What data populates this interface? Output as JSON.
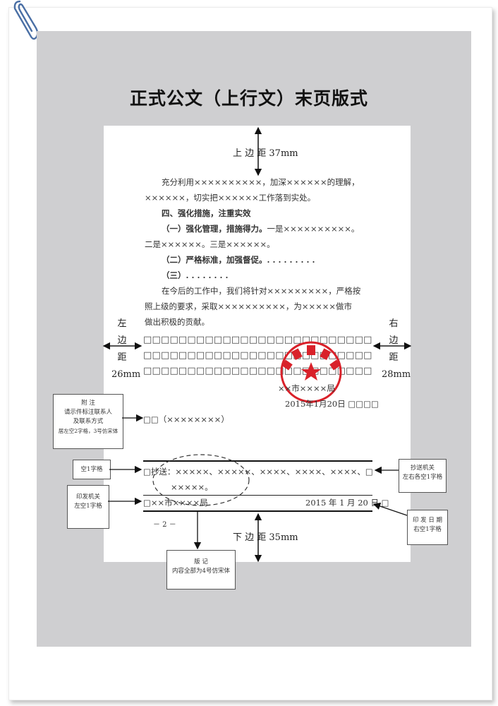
{
  "title": "正式公文（上行文）末页版式",
  "margins": {
    "top": "上 边 距 37mm",
    "bottom": "下 边 距 35mm",
    "left": [
      "左",
      "边",
      "距",
      "26mm"
    ],
    "right": [
      "右",
      "边",
      "距",
      "28mm"
    ]
  },
  "body": {
    "p1_line1": "充分利用××××××××××，加深××××××的理解，",
    "p1_line2": "××××××，切实把××××××工作落到实处。",
    "heading4": "四、强化措施，注重实效",
    "item1_bold": "（一）强化管理，措施得力。",
    "item1_rest": "一是××××××××××。",
    "item1_line2": "二是××××××。三是××××××。",
    "item2": "（二）严格标准，加强督促。. . . . . . . . .",
    "item3": "（三）. . . . . . . .",
    "p2_line1": "在今后的工作中，我们将针对×××××××××，严格按",
    "p2_line2": "照上级的要求，采取××××××××××，为×××××做市",
    "p2_line3": "做出积极的贡献。"
  },
  "squares_row": "□□□□□□□□□□□□□□□□□□□□□□□□□□",
  "issuer": "××市××××局",
  "signed_date": "2015年1月20日 □□□□",
  "attachment_line": "□□（××××××××）",
  "cc_line1": "□抄送：×××××、×××××、××××、××××、××××、□",
  "cc_line2": "×××××。",
  "printer_org": "□××市××××局",
  "print_date": "2015 年 1 月 20 日 □",
  "page_number": "－ 2 －",
  "callouts": {
    "note_title": "附    注",
    "note_l1": "请示件标注联系人",
    "note_l2": "及联系方式",
    "note_l3": "居左空2字格，3号仿宋体",
    "indent1": "空1字格",
    "printer_title": "印发机关",
    "printer_sub": "左空1字格",
    "cc_title": "抄送机关",
    "cc_sub": "左右各空1字格",
    "printdate_title": "印 发 日 期",
    "printdate_sub": "右空1字格",
    "record_title": "版    记",
    "record_sub": "内容全部为4号仿宋体"
  },
  "colors": {
    "gray_panel": "#cfcfd1",
    "seal_red": "#d9212a"
  }
}
